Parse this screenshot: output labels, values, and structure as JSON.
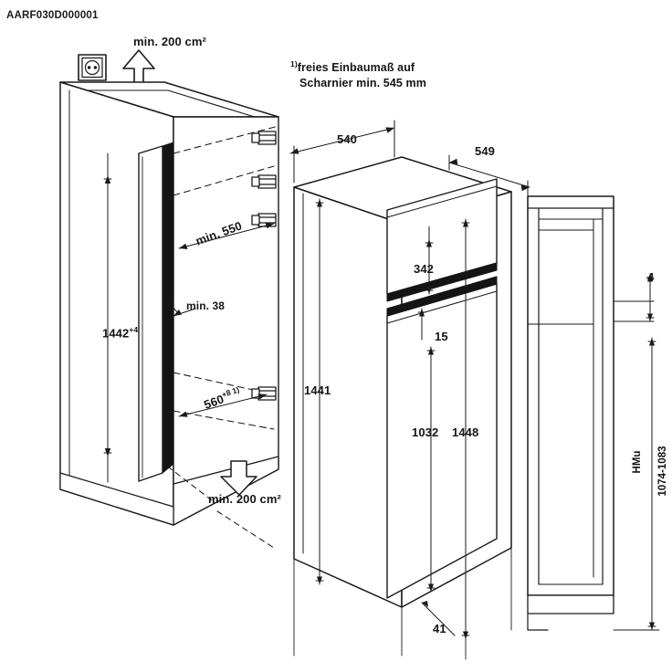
{
  "document": {
    "id_code": "AARF030D000001",
    "type": "technical-installation-drawing",
    "subject": "built-in refrigerator niche dimensions",
    "units": "mm"
  },
  "notes": {
    "footnote_marker": "1)",
    "hinge_note_line1": "freies Einbaumaß auf",
    "hinge_note_line2": "Scharnier min. 545 mm"
  },
  "ventilation": {
    "top_label": "min. 200 cm²",
    "bottom_label": "min. 200 cm²"
  },
  "icons": {
    "socket": "power-socket-icon",
    "arrow_up": "ventilation-arrow-up-icon",
    "arrow_down": "ventilation-arrow-down-icon"
  },
  "dimensions": {
    "niche_height": "1442",
    "niche_height_tol": "+4",
    "niche_depth_min": "min. 550",
    "door_gap_min": "min. 38",
    "niche_width": "560",
    "niche_width_tol": "+8",
    "niche_width_note": "1)",
    "cabinet_width": "540",
    "cabinet_depth": "549",
    "freezer_height": "342",
    "divider_gap": "15",
    "appliance_height": "1441",
    "fridge_door_height": "1032",
    "total_height": "1448",
    "plinth": "41",
    "side_thickness": "4",
    "hinge_code": "HMu",
    "hinge_range": "1074-1083"
  },
  "colors": {
    "line": "#1a1a1a",
    "background": "#ffffff",
    "fill_light": "#f2f2f2",
    "fill_dark": "#111111"
  }
}
